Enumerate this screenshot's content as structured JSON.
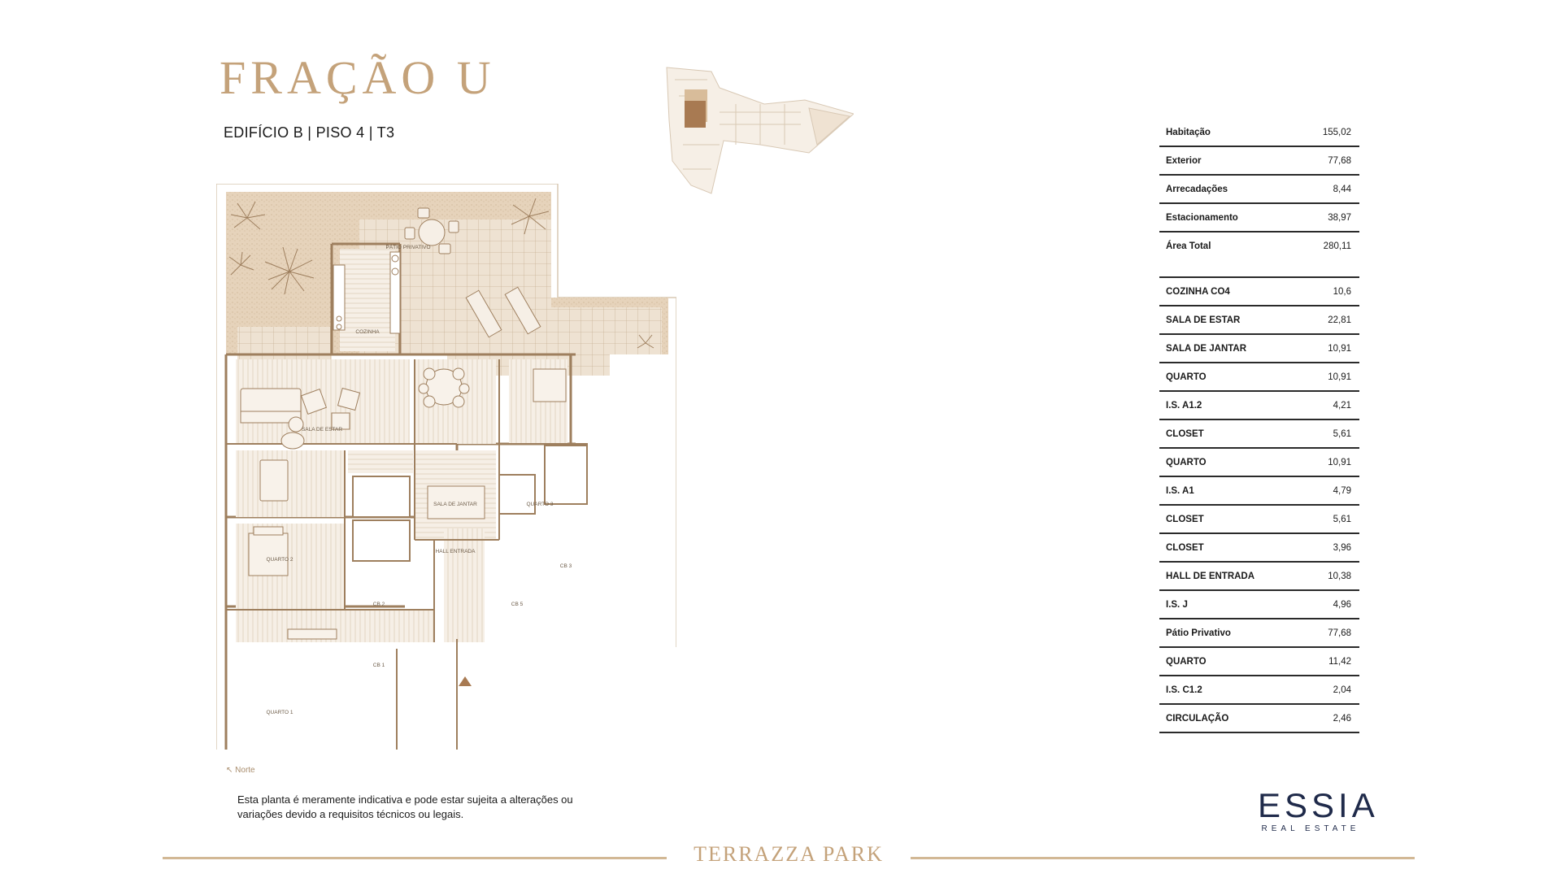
{
  "header": {
    "title": "FRAÇÃO U",
    "subtitle": "EDIFÍCIO B | PISO 4 | T3"
  },
  "plan": {
    "rooms": {
      "patio": "PÁTIO PRIVATIVO",
      "cozinha": "COZINHA",
      "sala_estar": "SALA DE ESTAR",
      "sala_jantar": "SALA DE JANTAR",
      "quarto3": "QUARTO 3",
      "quarto2": "QUARTO 2",
      "hall": "HALL ENTRADA",
      "cb3": "CB 3",
      "cb2": "CB 2",
      "cb5": "CB 5",
      "cb1": "CB 1",
      "quarto1": "QUARTO 1"
    },
    "north_label": "↖ Norte",
    "disclaimer": "Esta planta é meramente indicativa e pode estar sujeita a alterações ou variações devido a requisitos técnicos ou legais."
  },
  "summary": [
    {
      "label": "Habitação",
      "value": "155,02"
    },
    {
      "label": "Exterior",
      "value": "77,68"
    },
    {
      "label": "Arrecadações",
      "value": "8,44"
    },
    {
      "label": "Estacionamento",
      "value": "38,97"
    },
    {
      "label": "Área Total",
      "value": "280,11"
    }
  ],
  "rooms_table": [
    {
      "label": "COZINHA CO4",
      "value": "10,6"
    },
    {
      "label": "SALA DE ESTAR",
      "value": "22,81"
    },
    {
      "label": "SALA DE JANTAR",
      "value": "10,91"
    },
    {
      "label": "QUARTO",
      "value": "10,91"
    },
    {
      "label": "I.S. A1.2",
      "value": "4,21"
    },
    {
      "label": "CLOSET",
      "value": "5,61"
    },
    {
      "label": "QUARTO",
      "value": "10,91"
    },
    {
      "label": "I.S. A1",
      "value": "4,79"
    },
    {
      "label": "CLOSET",
      "value": "5,61"
    },
    {
      "label": "CLOSET",
      "value": "3,96"
    },
    {
      "label": "HALL DE ENTRADA",
      "value": "10,38"
    },
    {
      "label": "I.S. J",
      "value": "4,96"
    },
    {
      "label": "Pátio Privativo",
      "value": "77,68"
    },
    {
      "label": "QUARTO",
      "value": "11,42"
    },
    {
      "label": "I.S. C1.2",
      "value": "2,04"
    },
    {
      "label": "CIRCULAÇÃO",
      "value": "2,46"
    }
  ],
  "brand": {
    "name": "ESSIA",
    "sub": "REAL ESTATE"
  },
  "footer": {
    "text": "TERRAZZA PARK"
  },
  "colors": {
    "gold": "#c4a27a",
    "plan_fill": "#e6d6c1",
    "plan_line": "#a88c6c",
    "highlight": "#a87a52",
    "navy": "#1f2a4a"
  }
}
